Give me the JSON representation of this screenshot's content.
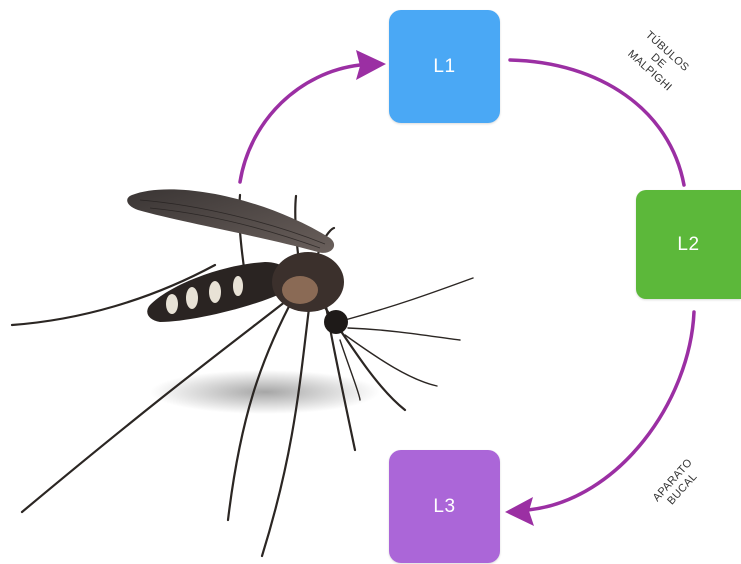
{
  "nodes": {
    "l1": {
      "label": "L1",
      "color": "#4aa8f5"
    },
    "l2": {
      "label": "L2",
      "color": "#5cb83a"
    },
    "l3": {
      "label": "L3",
      "color": "#ab66d8"
    }
  },
  "edge_labels": {
    "l1_to_l2": "TÚBULOS\nDE\nMALPIGHI",
    "l2_to_l3": "APARATO\nBUCAL"
  },
  "colors": {
    "arrow": "#9b2fa3"
  },
  "illustration": {
    "icon": "mosquito-icon"
  }
}
